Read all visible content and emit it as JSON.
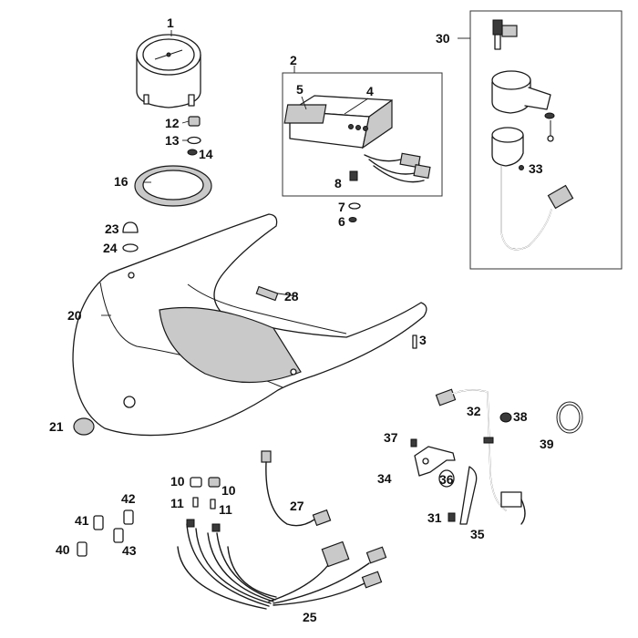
{
  "callouts": [
    "1",
    "2",
    "3",
    "4",
    "5",
    "6",
    "7",
    "8",
    "10",
    "10",
    "11",
    "11",
    "12",
    "13",
    "14",
    "16",
    "20",
    "21",
    "23",
    "24",
    "25",
    "27",
    "28",
    "30",
    "31",
    "32",
    "33",
    "34",
    "35",
    "36",
    "37",
    "38",
    "39",
    "40",
    "41",
    "42",
    "43"
  ]
}
